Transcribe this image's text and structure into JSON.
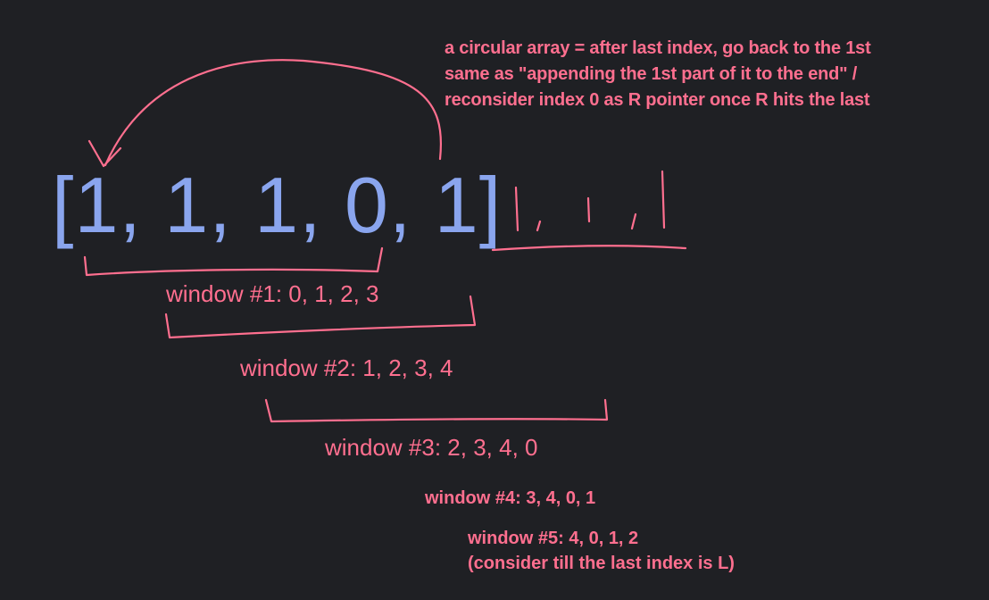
{
  "array": {
    "text": "[1, 1, 1, 0, 1]"
  },
  "annotation": {
    "lines": [
      "a circular array = after last index, go back to the 1st",
      "same as \"appending the 1st part of it to the end\" /",
      "reconsider index 0 as R pointer once R hits the last"
    ]
  },
  "windows": {
    "w1": "window #1: 0, 1, 2, 3",
    "w2": "window #2: 1, 2, 3, 4",
    "w3": "window #3: 2, 3, 4, 0",
    "w4": "window #4: 3, 4, 0, 1",
    "w5": "window #5: 4, 0, 1, 2",
    "w5_note": "(consider till the last index is L)"
  },
  "colors": {
    "background": "#1f2024",
    "array": "#8aa5ee",
    "ink": "#ff6f8f"
  }
}
